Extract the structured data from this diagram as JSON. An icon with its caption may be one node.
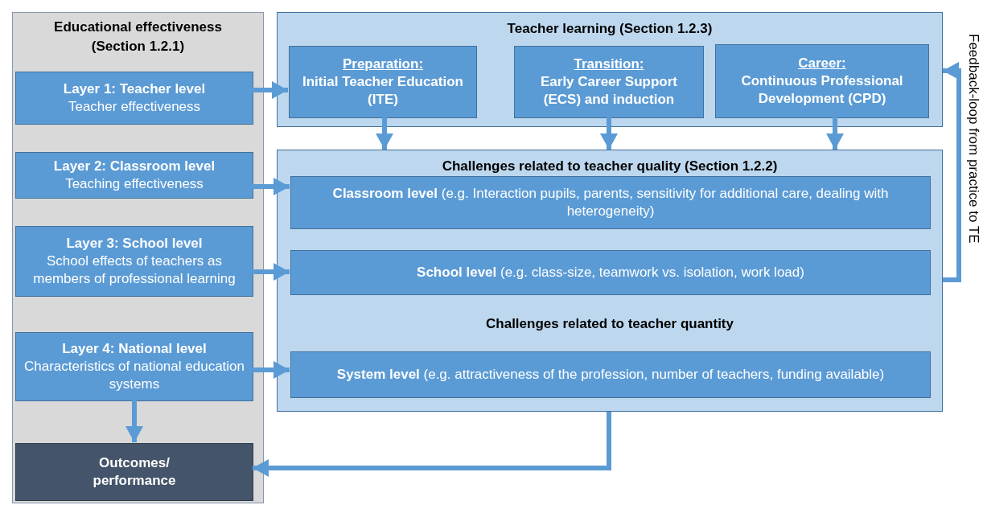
{
  "diagram": {
    "nodes": [
      {
        "text": [
          "Educational effectiveness (Section 1.2.1)"
        ]
      },
      {
        "text": [
          "Layer 1: Teacher level",
          "Teacher effectiveness"
        ],
        "in": 0
      },
      {
        "text": [
          "Layer 2: Classroom level",
          "Teaching effectiveness"
        ],
        "in": 0
      },
      {
        "text": [
          "Layer 3: School level",
          "School effects of teachers as members of professional learning"
        ],
        "in": 0
      },
      {
        "text": [
          "Layer 4: National level",
          "Characteristics of national education systems"
        ],
        "in": 0
      },
      {
        "text": [
          "Outcomes/ performance"
        ],
        "in": 0
      },
      {
        "text": [
          "Teacher learning (Section 1.2.3)"
        ]
      },
      {
        "text": [
          "Preparation:",
          "Initial Teacher Education (ITE)"
        ],
        "in": 6
      },
      {
        "text": [
          "Transition:",
          "Early Career Support (ECS) and induction"
        ],
        "in": 6
      },
      {
        "text": [
          "Career:",
          "Continuous Professional Development (CPD)"
        ],
        "in": 6
      },
      {
        "text": [
          "Challenges related to teacher quality (Section 1.2.2)",
          "Challenges related to teacher quantity"
        ]
      },
      {
        "text": [
          "**Classroom level** (e.g. Interaction pupils, parents, sensitivity for additional care, dealing with heterogeneity)"
        ],
        "in": 10
      },
      {
        "text": [
          "**School level** (e.g. class-size, teamwork vs. isolation, work load)"
        ],
        "in": 10
      },
      {
        "text": [
          "**System level** (e.g. attractiveness of the profession, number of teachers, funding available)"
        ],
        "in": 10
      }
    ],
    "edges": [
      {
        "from": 1,
        "to": 7,
        "arrow": "to"
      },
      {
        "from": 7,
        "to": 10,
        "arrow": "to"
      },
      {
        "from": 8,
        "to": 10,
        "arrow": "to"
      },
      {
        "from": 9,
        "to": 10,
        "arrow": "to"
      },
      {
        "from": 2,
        "to": 11,
        "arrow": "to"
      },
      {
        "from": 3,
        "to": 12,
        "arrow": "to"
      },
      {
        "from": 4,
        "to": 13,
        "arrow": "to"
      },
      {
        "from": 4,
        "to": 5,
        "arrow": "to"
      },
      {
        "from": 10,
        "to": 5,
        "arrow": "to"
      },
      {
        "from": 10,
        "to": 6,
        "arrow": "to",
        "label": "Feedback-loop from practice to TE"
      }
    ]
  }
}
